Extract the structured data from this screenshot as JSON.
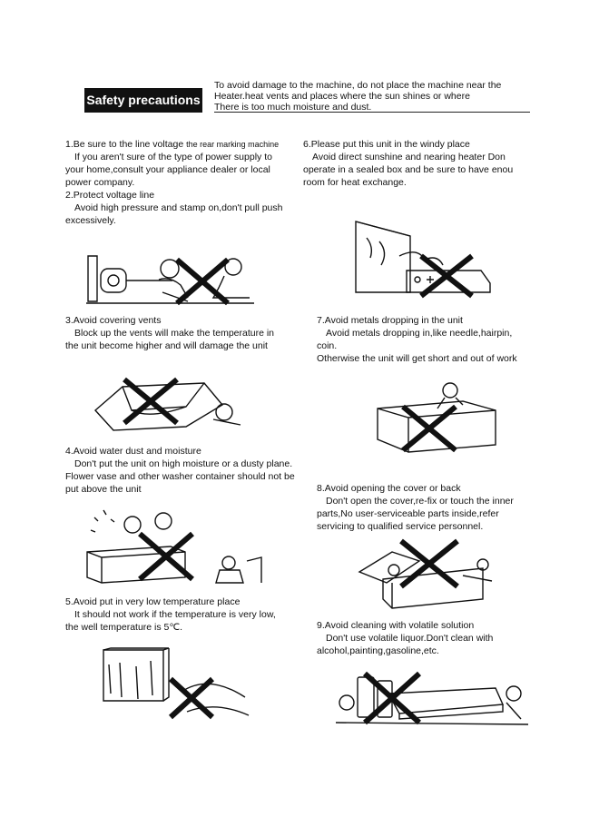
{
  "header": {
    "title": "Safety precautions",
    "intro_lines": [
      "To avoid damage to the machine, do not place the machine near the",
      "Heater.heat vents and places where the sun shines or where",
      "There is too much moisture and dust."
    ]
  },
  "sections": {
    "s1": {
      "heading": "1.Be sure to the line voltage",
      "heading_note": "the rear marking machine",
      "lines": [
        "If you aren't sure of the type of power supply to",
        "your home,consult your appliance dealer or local",
        "power company."
      ]
    },
    "s2": {
      "heading": "2.Protect voltage line",
      "lines": [
        "Avoid high pressure and stamp on,don't pull push",
        "excessively."
      ]
    },
    "s3": {
      "heading": "3.Avoid covering vents",
      "lines": [
        "Block up the vents will make the temperature in",
        "the unit become higher and will damage the unit"
      ]
    },
    "s4": {
      "heading": "4.Avoid water dust and moisture",
      "lines": [
        "Don't put the unit on high moisture or a dusty plane.",
        "Flower vase and other washer container should not be",
        "put above the unit"
      ]
    },
    "s5": {
      "heading": "5.Avoid put in very low temperature place",
      "lines": [
        "It should not work if the temperature is very low,",
        "the well temperature is 5℃."
      ]
    },
    "s6": {
      "heading": "6.Please put this unit in the windy place",
      "lines": [
        "Avoid direct sunshine and nearing heater  Don",
        "operate in a sealed box and be sure to have enou",
        "room for heat exchange."
      ]
    },
    "s7": {
      "heading": "7.Avoid metals dropping in the unit",
      "lines": [
        "Avoid metals dropping in,like needle,hairpin,",
        "coin.",
        "Otherwise the unit will get short and out of work"
      ]
    },
    "s8": {
      "heading": "8.Avoid opening the cover or back",
      "lines": [
        "Don't open the cover,re-fix or touch the inner",
        "parts,No user-serviceable parts inside,refer",
        "servicing to qualified service personnel."
      ]
    },
    "s9": {
      "heading": "9.Avoid cleaning with volatile solution",
      "lines": [
        "Don't use volatile liquor.Don't clean with",
        "alcohol,painting,gasoline,etc."
      ]
    }
  }
}
